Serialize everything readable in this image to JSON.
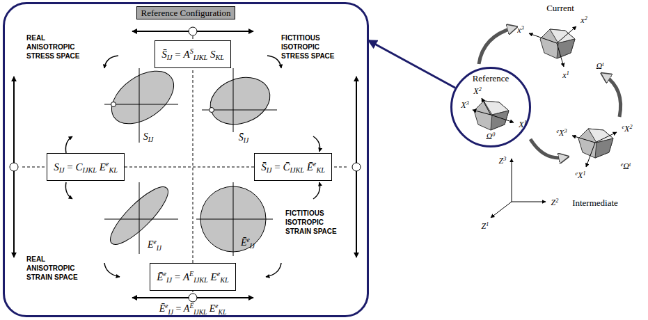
{
  "diagram": {
    "nodes": [
      {
        "text": [
          "Reference Configuration"
        ]
      },
      {
        "text": [
          "S̄IJ = ASIJKL SKL"
        ],
        "in": 0
      },
      {
        "text": [
          "SIJ = CIJKL EeKL"
        ],
        "in": 0
      },
      {
        "text": [
          "S̄IJ = C̄IJKL ĒeKL"
        ],
        "in": 0
      },
      {
        "text": [
          "ĒeIJ = AEIJKL EeKL"
        ],
        "in": 0
      },
      {
        "text": [
          "Reference"
        ]
      }
    ],
    "edges": [
      {
        "from": 5,
        "to": 0,
        "arrow": "to"
      }
    ],
    "labels": [
      "REAL ANISOTROPIC STRESS SPACE",
      "FICTITIOUS ISOTROPIC STRESS SPACE",
      "SIJ",
      "S̄IJ",
      "REAL ANISOTROPIC STRAIN SPACE",
      "EeIJ",
      "FICTITIOUS ISOTROPIC STRAIN SPACE",
      "ĒeIJ",
      "ĒeIJ = AEIJKL EeKL",
      "Current",
      "x3",
      "x2",
      "x1",
      "Ωt",
      "X2",
      "X3",
      "X1",
      "Ω0",
      "Z3",
      "Z2",
      "Z1",
      "eX3",
      "eX2",
      "eX1",
      "eΩt",
      "Intermediate"
    ]
  }
}
